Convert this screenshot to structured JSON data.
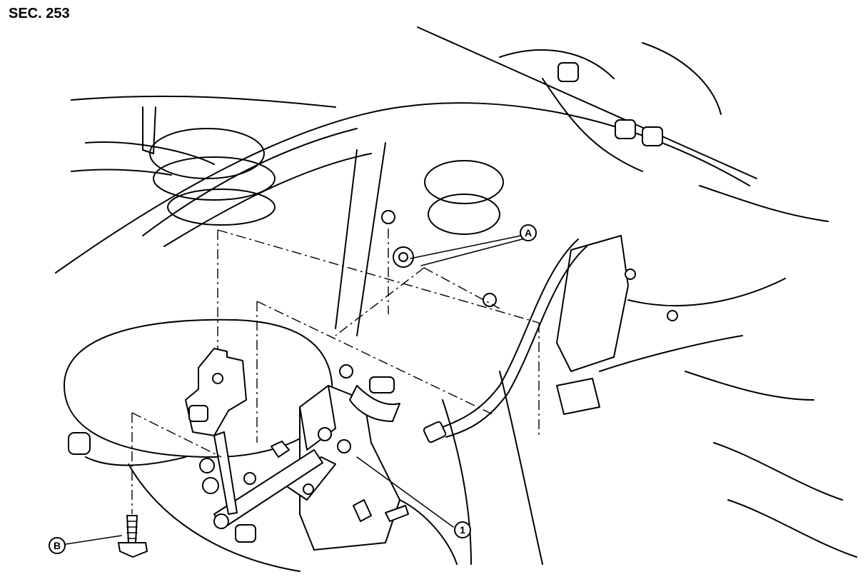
{
  "section_label": "SEC. 253",
  "callouts": {
    "a": "A",
    "b": "B",
    "one": "1"
  }
}
